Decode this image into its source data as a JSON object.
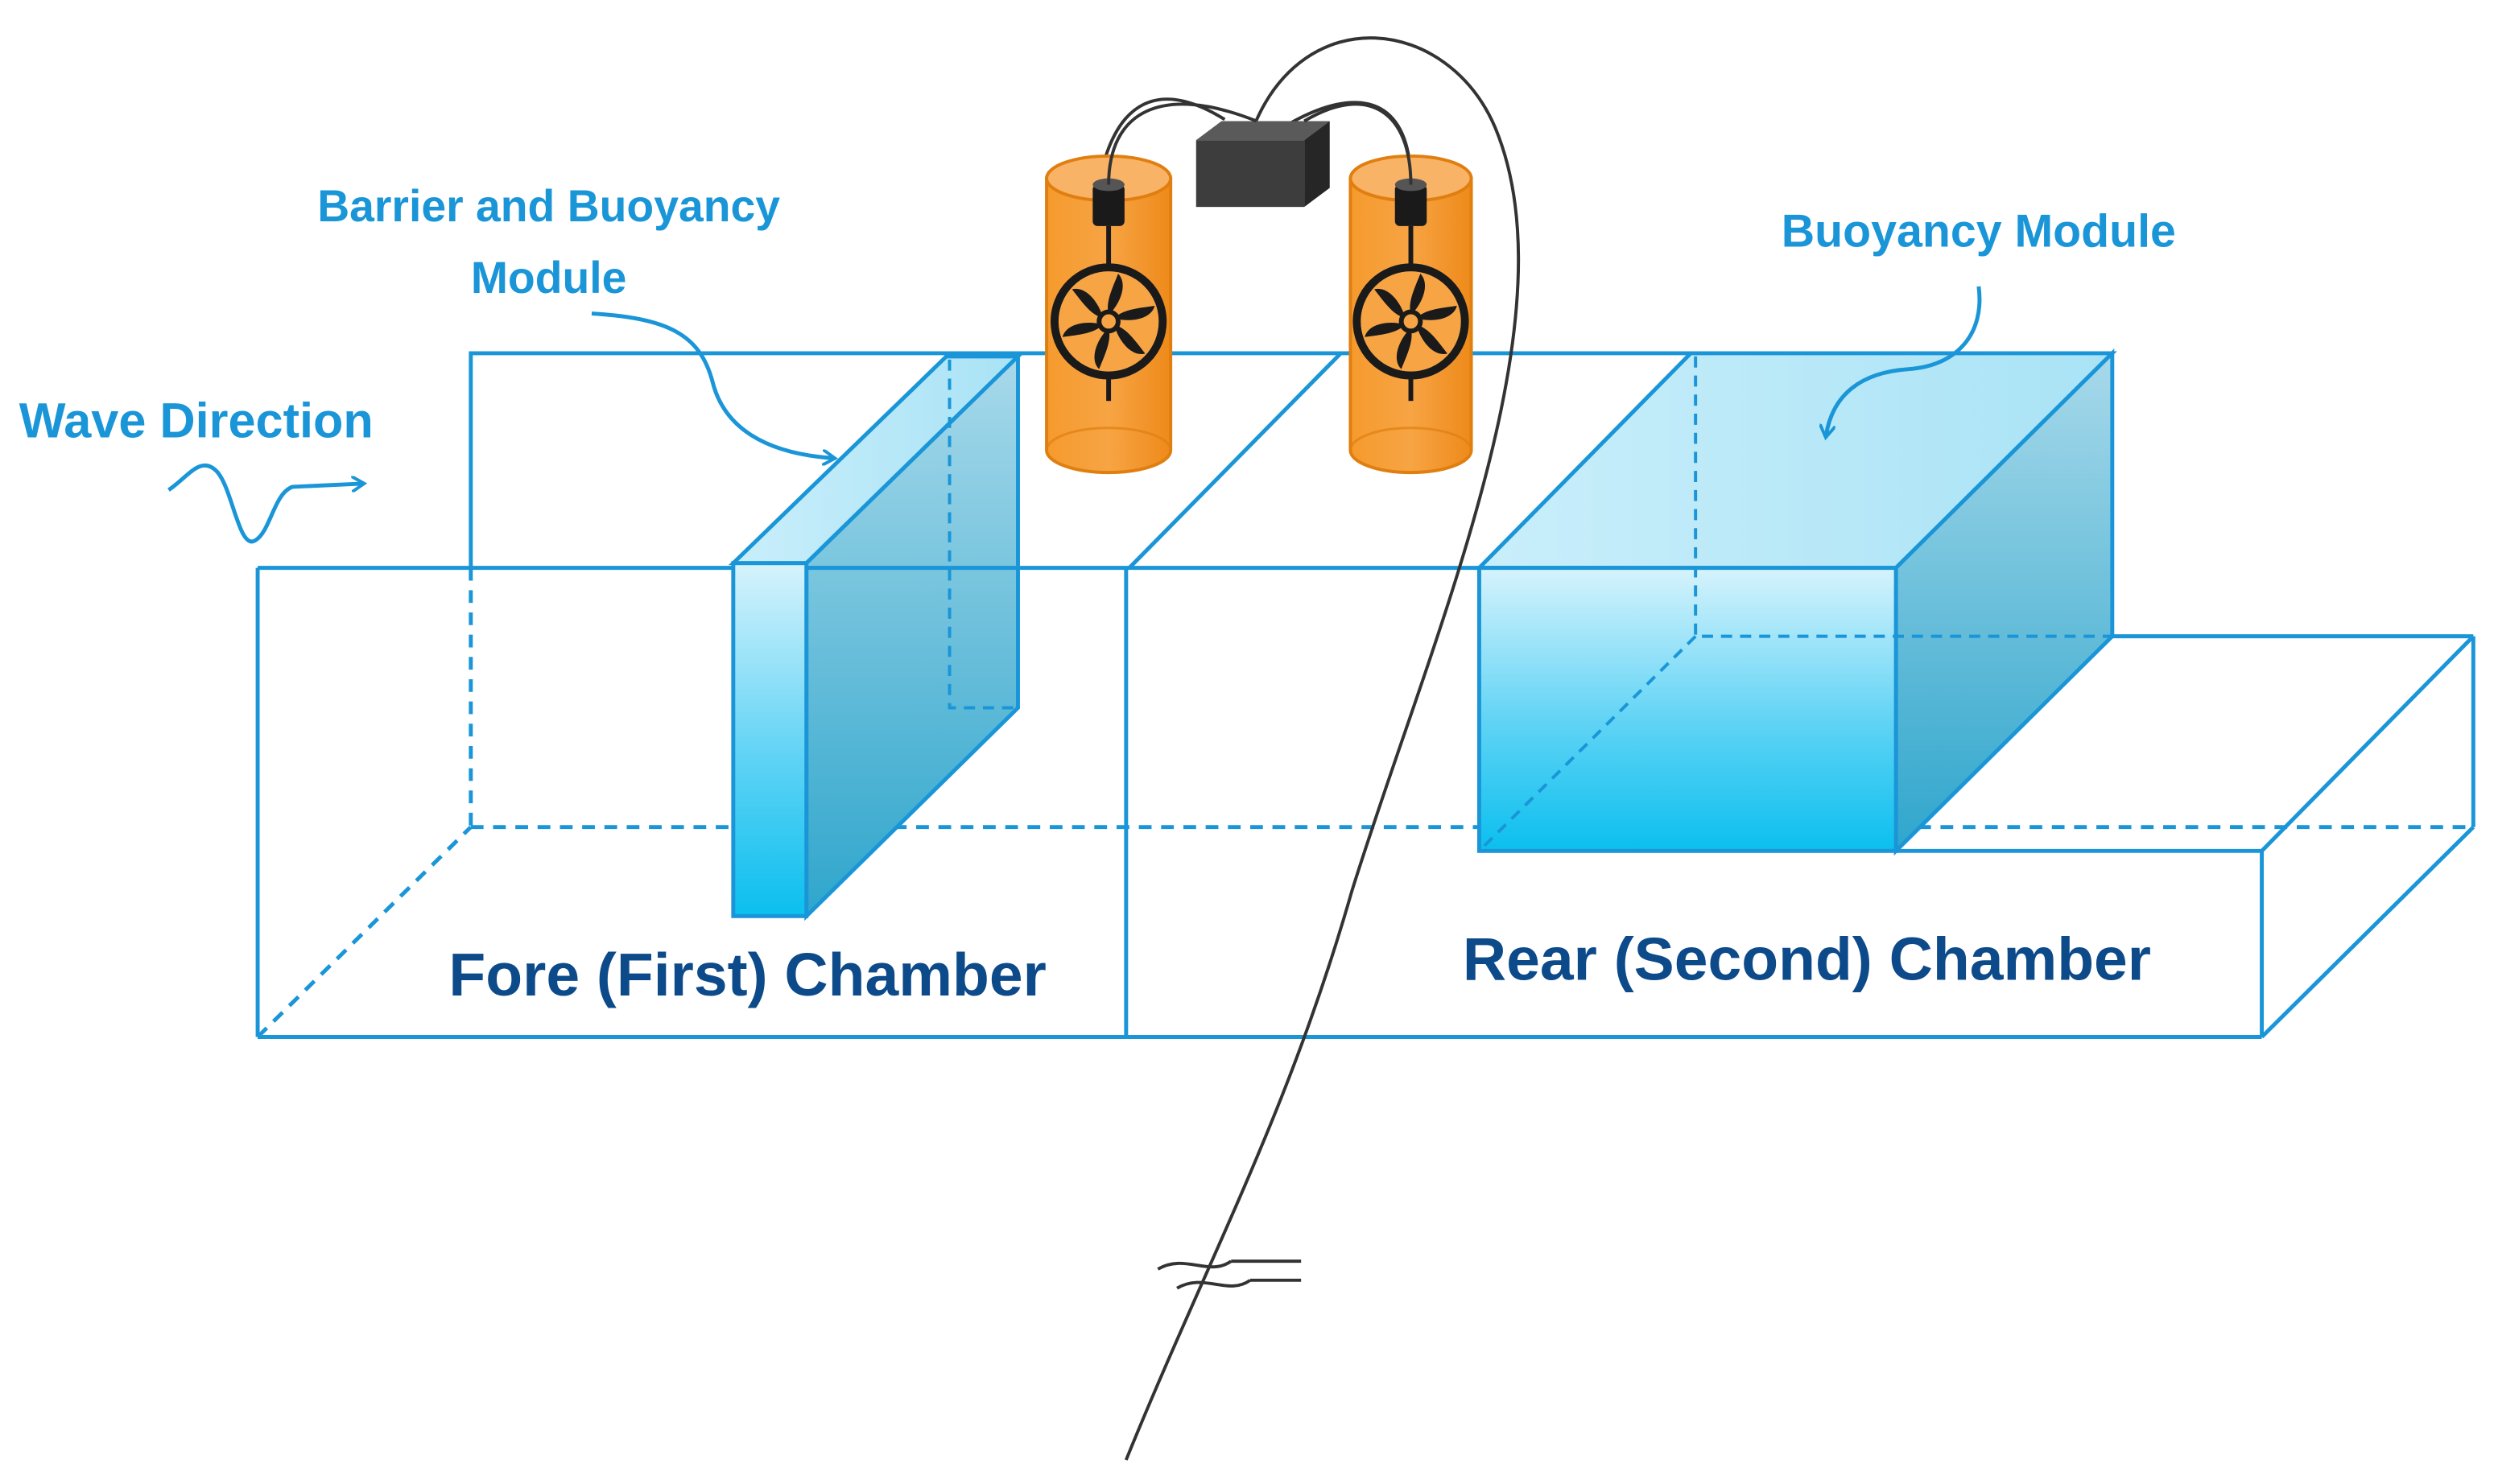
{
  "labels": {
    "wave_direction": "Wave Direction",
    "barrier_buoyancy_line1": "Barrier and Buoyancy",
    "barrier_buoyancy_line2": "Module",
    "buoyancy_module": "Buoyancy Module",
    "fore_chamber": "Fore (First) Chamber",
    "rear_chamber": "Rear (Second) Chamber"
  },
  "colors": {
    "outline": "#1a96d8",
    "label_light": "#1a96d8",
    "label_dark": "#0d4a8a",
    "module_fill_top": "#d8f4fd",
    "module_fill_bottom": "#0fc0ef",
    "turbine_housing": "#f7941d",
    "cable": "#333333",
    "control_box": "#3a3a3a"
  },
  "icons": [
    "turbine-fan-icon",
    "generator-icon",
    "control-box-icon",
    "cable-break-icon",
    "wave-icon"
  ]
}
